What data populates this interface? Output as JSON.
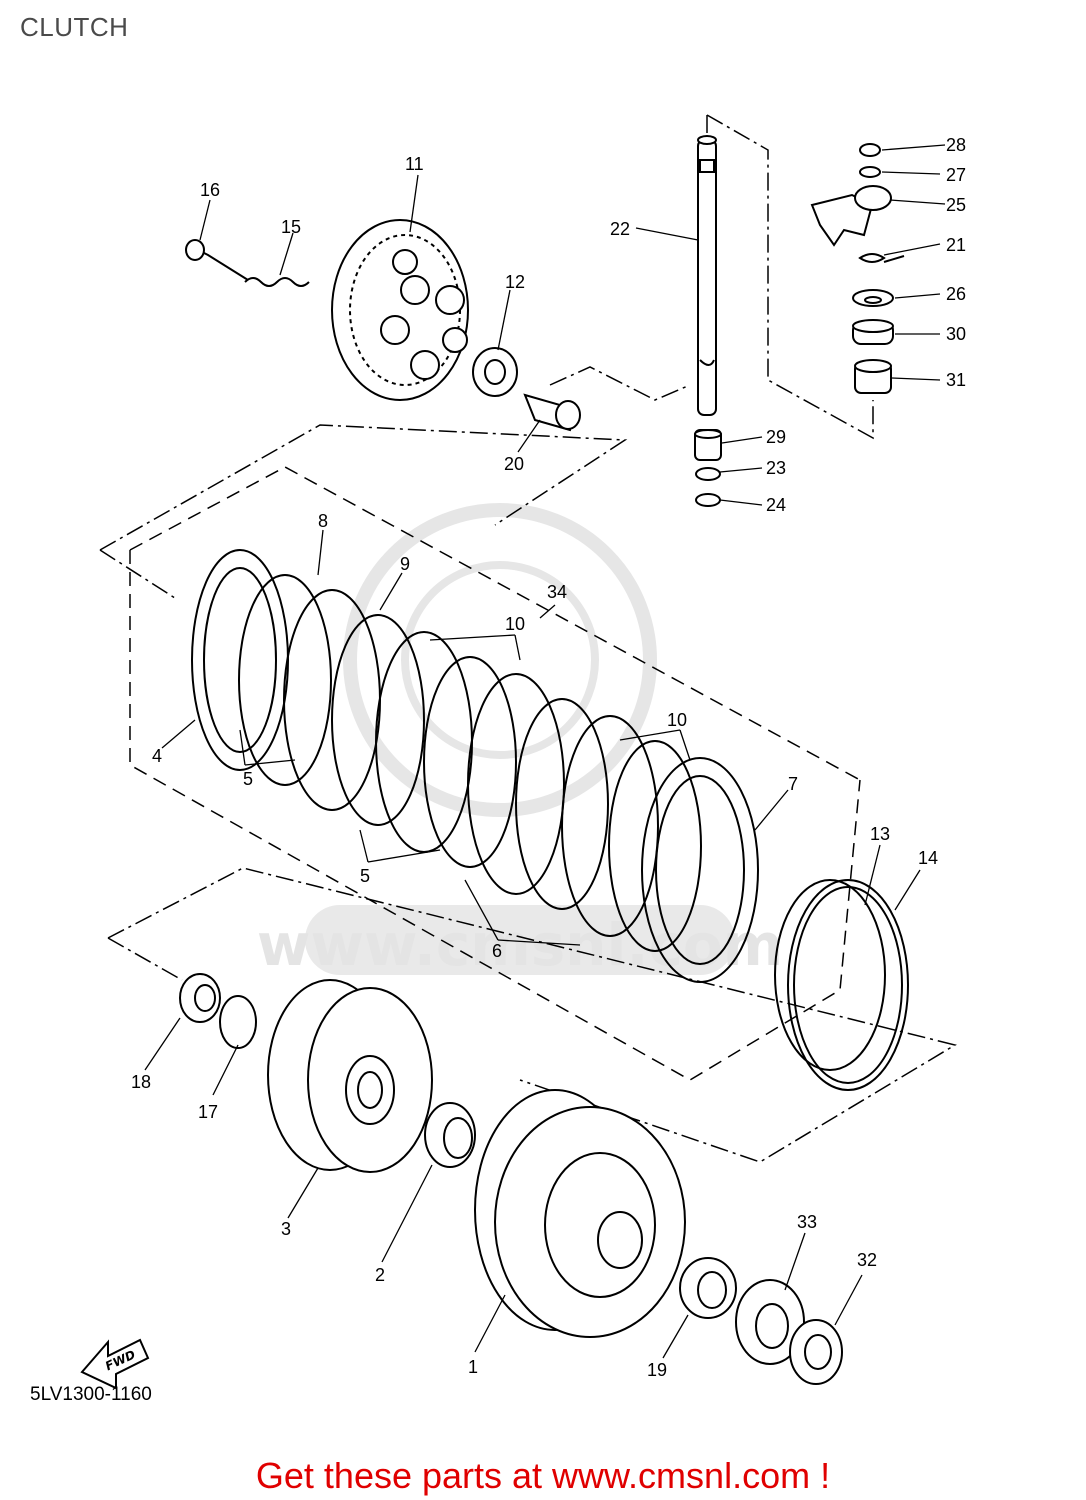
{
  "title": "CLUTCH",
  "diagram_code": "5LV1300-1160",
  "footer": "Get these parts at www.cmsnl.com !",
  "direction_label": "FWD",
  "watermark": "www.cmsnl.com",
  "callouts": [
    "1",
    "2",
    "3",
    "4",
    "5",
    "5",
    "6",
    "7",
    "8",
    "9",
    "10",
    "10",
    "11",
    "12",
    "13",
    "14",
    "15",
    "16",
    "17",
    "18",
    "19",
    "20",
    "21",
    "22",
    "23",
    "24",
    "25",
    "26",
    "27",
    "28",
    "29",
    "30",
    "31",
    "32",
    "33",
    "34"
  ],
  "colors": {
    "footer": "#e00000",
    "watermark": "#e4e4e4",
    "line": "#000000"
  }
}
